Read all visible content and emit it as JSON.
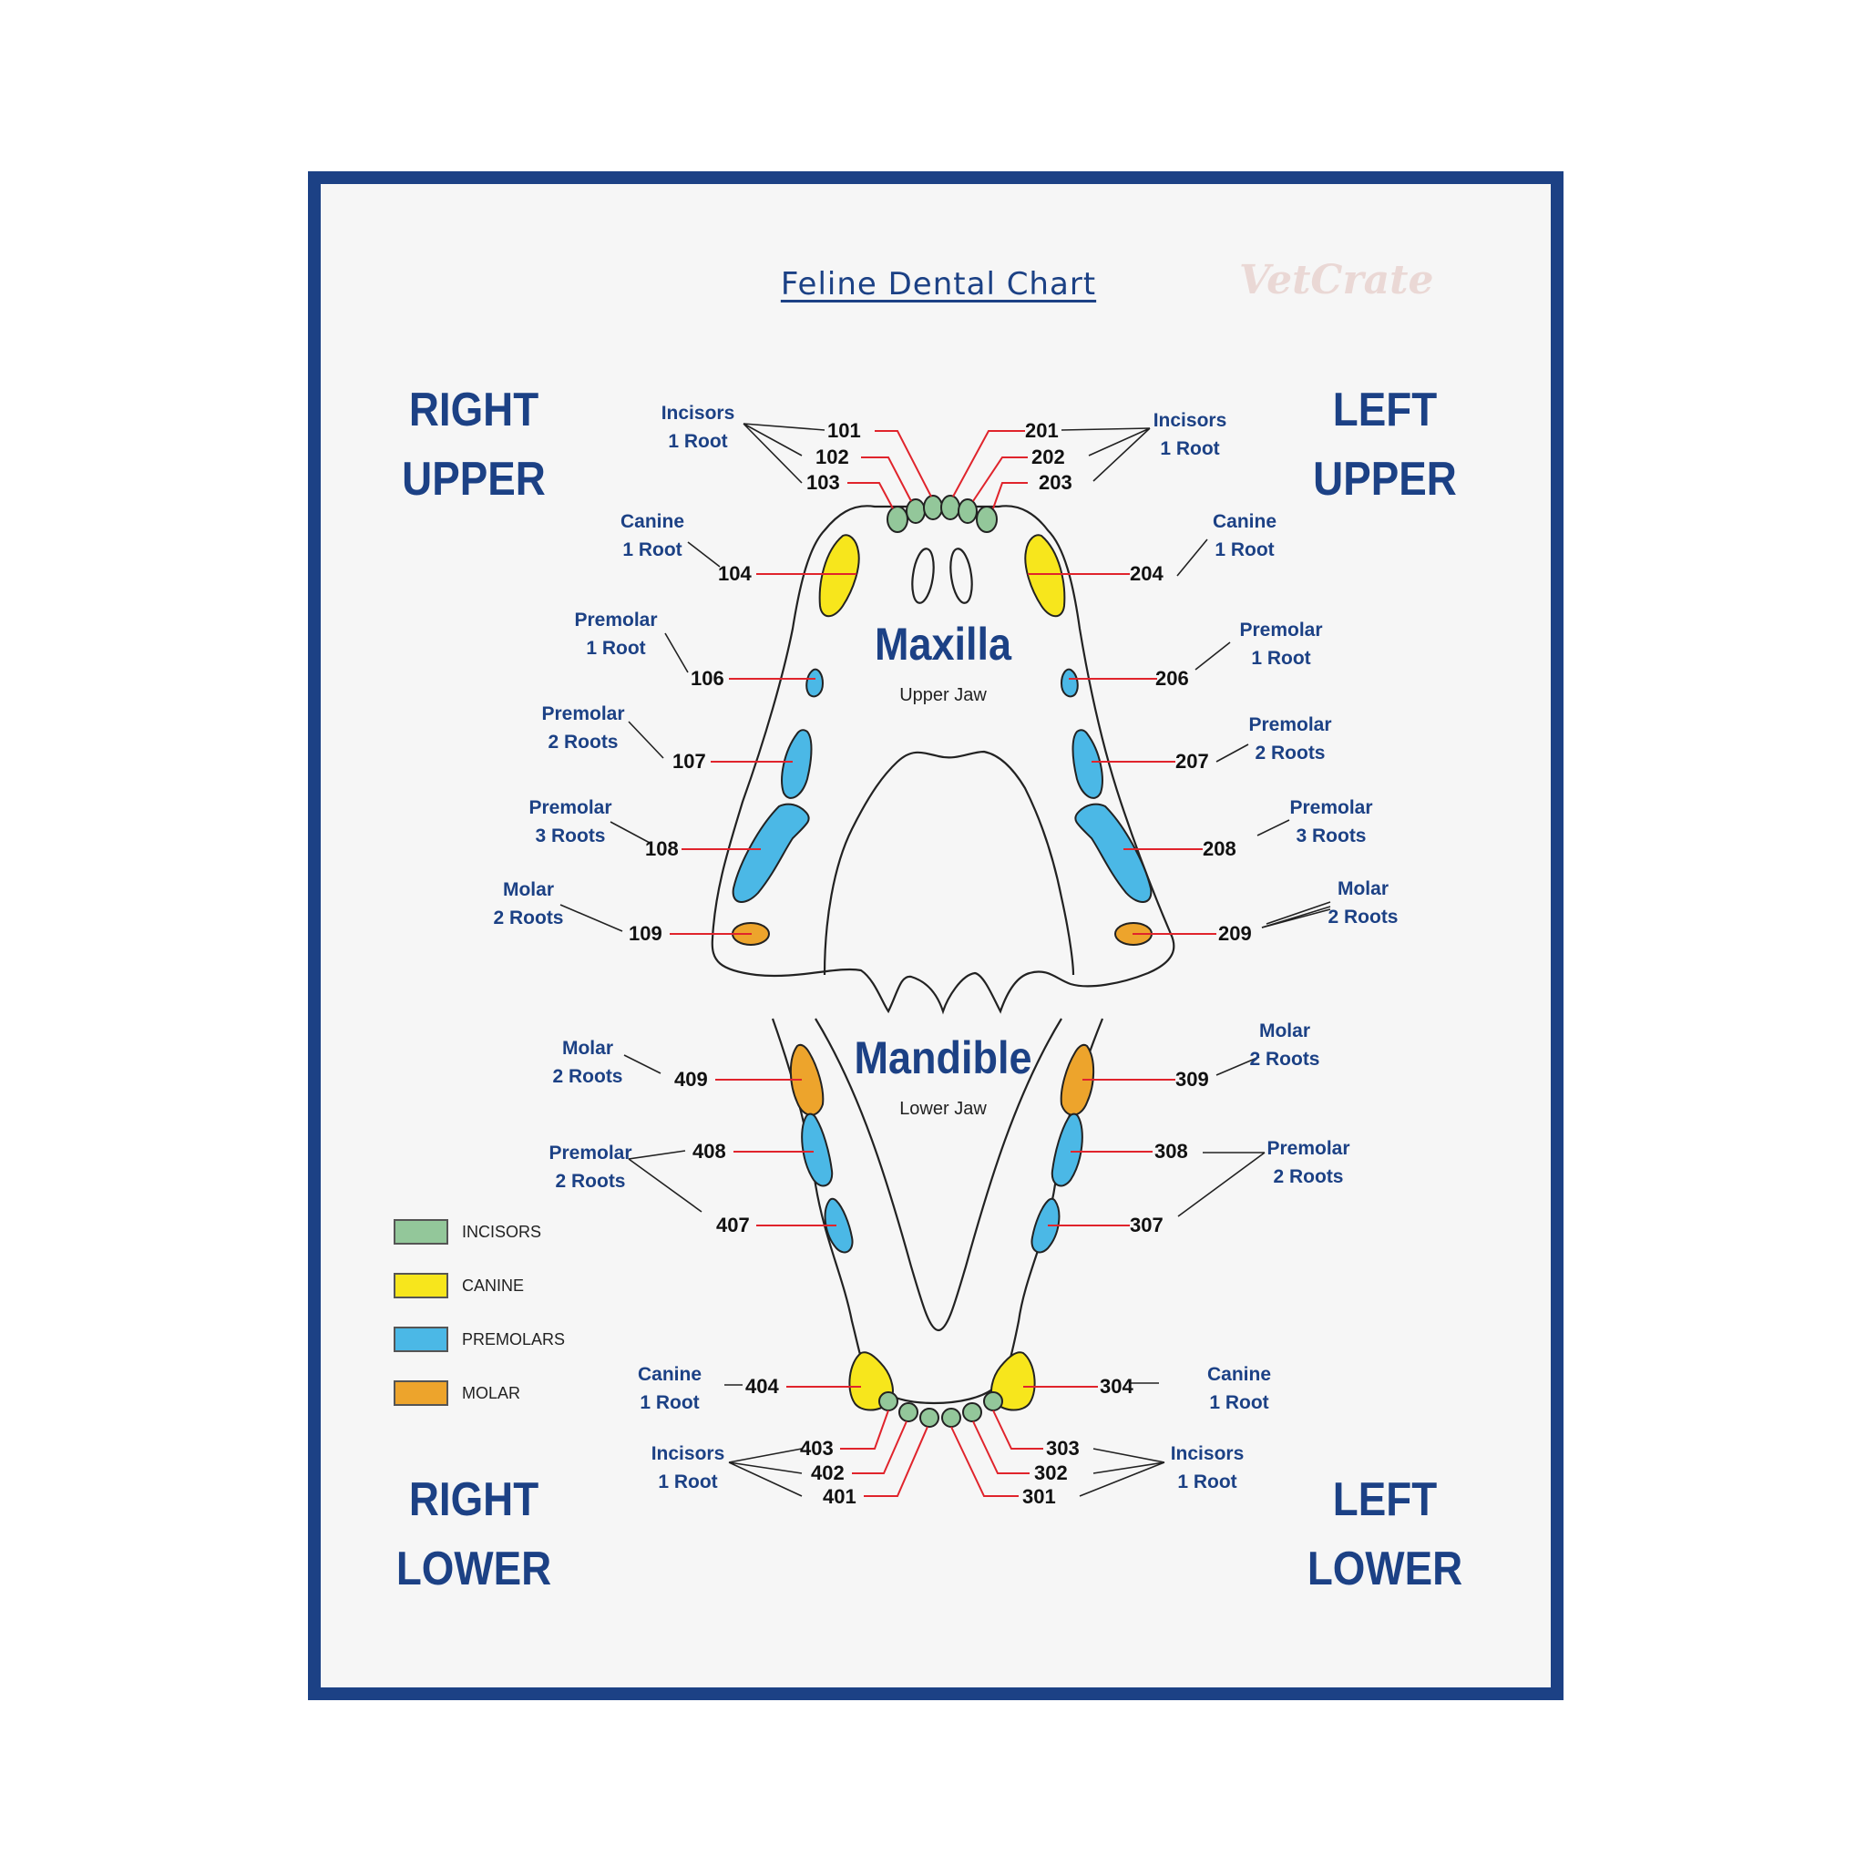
{
  "title": "Feline Dental Chart",
  "brand": "VetCrate",
  "quadrants": {
    "right_upper": [
      "RIGHT",
      "UPPER"
    ],
    "left_upper": [
      "LEFT",
      "UPPER"
    ],
    "right_lower": [
      "RIGHT",
      "LOWER"
    ],
    "left_lower": [
      "LEFT",
      "LOWER"
    ]
  },
  "maxilla": {
    "name": "Maxilla",
    "subtitle": "Upper Jaw"
  },
  "mandible": {
    "name": "Mandible",
    "subtitle": "Lower Jaw"
  },
  "labels": {
    "ru_incisors": [
      "Incisors",
      "1 Root"
    ],
    "lu_incisors": [
      "Incisors",
      "1 Root"
    ],
    "ru_canine": [
      "Canine",
      "1 Root"
    ],
    "lu_canine": [
      "Canine",
      "1 Root"
    ],
    "ru_pm1": [
      "Premolar",
      "1 Root"
    ],
    "lu_pm1": [
      "Premolar",
      "1 Root"
    ],
    "ru_pm2": [
      "Premolar",
      "2 Roots"
    ],
    "lu_pm2": [
      "Premolar",
      "2 Roots"
    ],
    "ru_pm3": [
      "Premolar",
      "3 Roots"
    ],
    "lu_pm3": [
      "Premolar",
      "3 Roots"
    ],
    "ru_molar": [
      "Molar",
      "2 Roots"
    ],
    "lu_molar": [
      "Molar",
      "2 Roots"
    ],
    "rl_molar": [
      "Molar",
      "2 Roots"
    ],
    "ll_molar": [
      "Molar",
      "2 Roots"
    ],
    "rl_premolar": [
      "Premolar",
      "2 Roots"
    ],
    "ll_premolar": [
      "Premolar",
      "2 Roots"
    ],
    "rl_canine": [
      "Canine",
      "1 Root"
    ],
    "ll_canine": [
      "Canine",
      "1 Root"
    ],
    "rl_incisors": [
      "Incisors",
      "1 Root"
    ],
    "ll_incisors": [
      "Incisors",
      "1 Root"
    ]
  },
  "tooth_numbers": {
    "t101": "101",
    "t102": "102",
    "t103": "103",
    "t104": "104",
    "t106": "106",
    "t107": "107",
    "t108": "108",
    "t109": "109",
    "t201": "201",
    "t202": "202",
    "t203": "203",
    "t204": "204",
    "t206": "206",
    "t207": "207",
    "t208": "208",
    "t209": "209",
    "t301": "301",
    "t302": "302",
    "t303": "303",
    "t304": "304",
    "t307": "307",
    "t308": "308",
    "t309": "309",
    "t401": "401",
    "t402": "402",
    "t403": "403",
    "t404": "404",
    "t407": "407",
    "t408": "408",
    "t409": "409"
  },
  "legend": [
    {
      "label": "INCISORS",
      "color": "#93c79a"
    },
    {
      "label": "CANINE",
      "color": "#f7e61c"
    },
    {
      "label": "PREMOLARS",
      "color": "#4bb8e6"
    },
    {
      "label": "MOLAR",
      "color": "#eda42c"
    }
  ],
  "colors": {
    "frame": "#1c4185",
    "incisor": "#93c79a",
    "canine": "#f7e61c",
    "premolar": "#4bb8e6",
    "molar": "#eda42c",
    "leader_red": "#e0242c"
  }
}
